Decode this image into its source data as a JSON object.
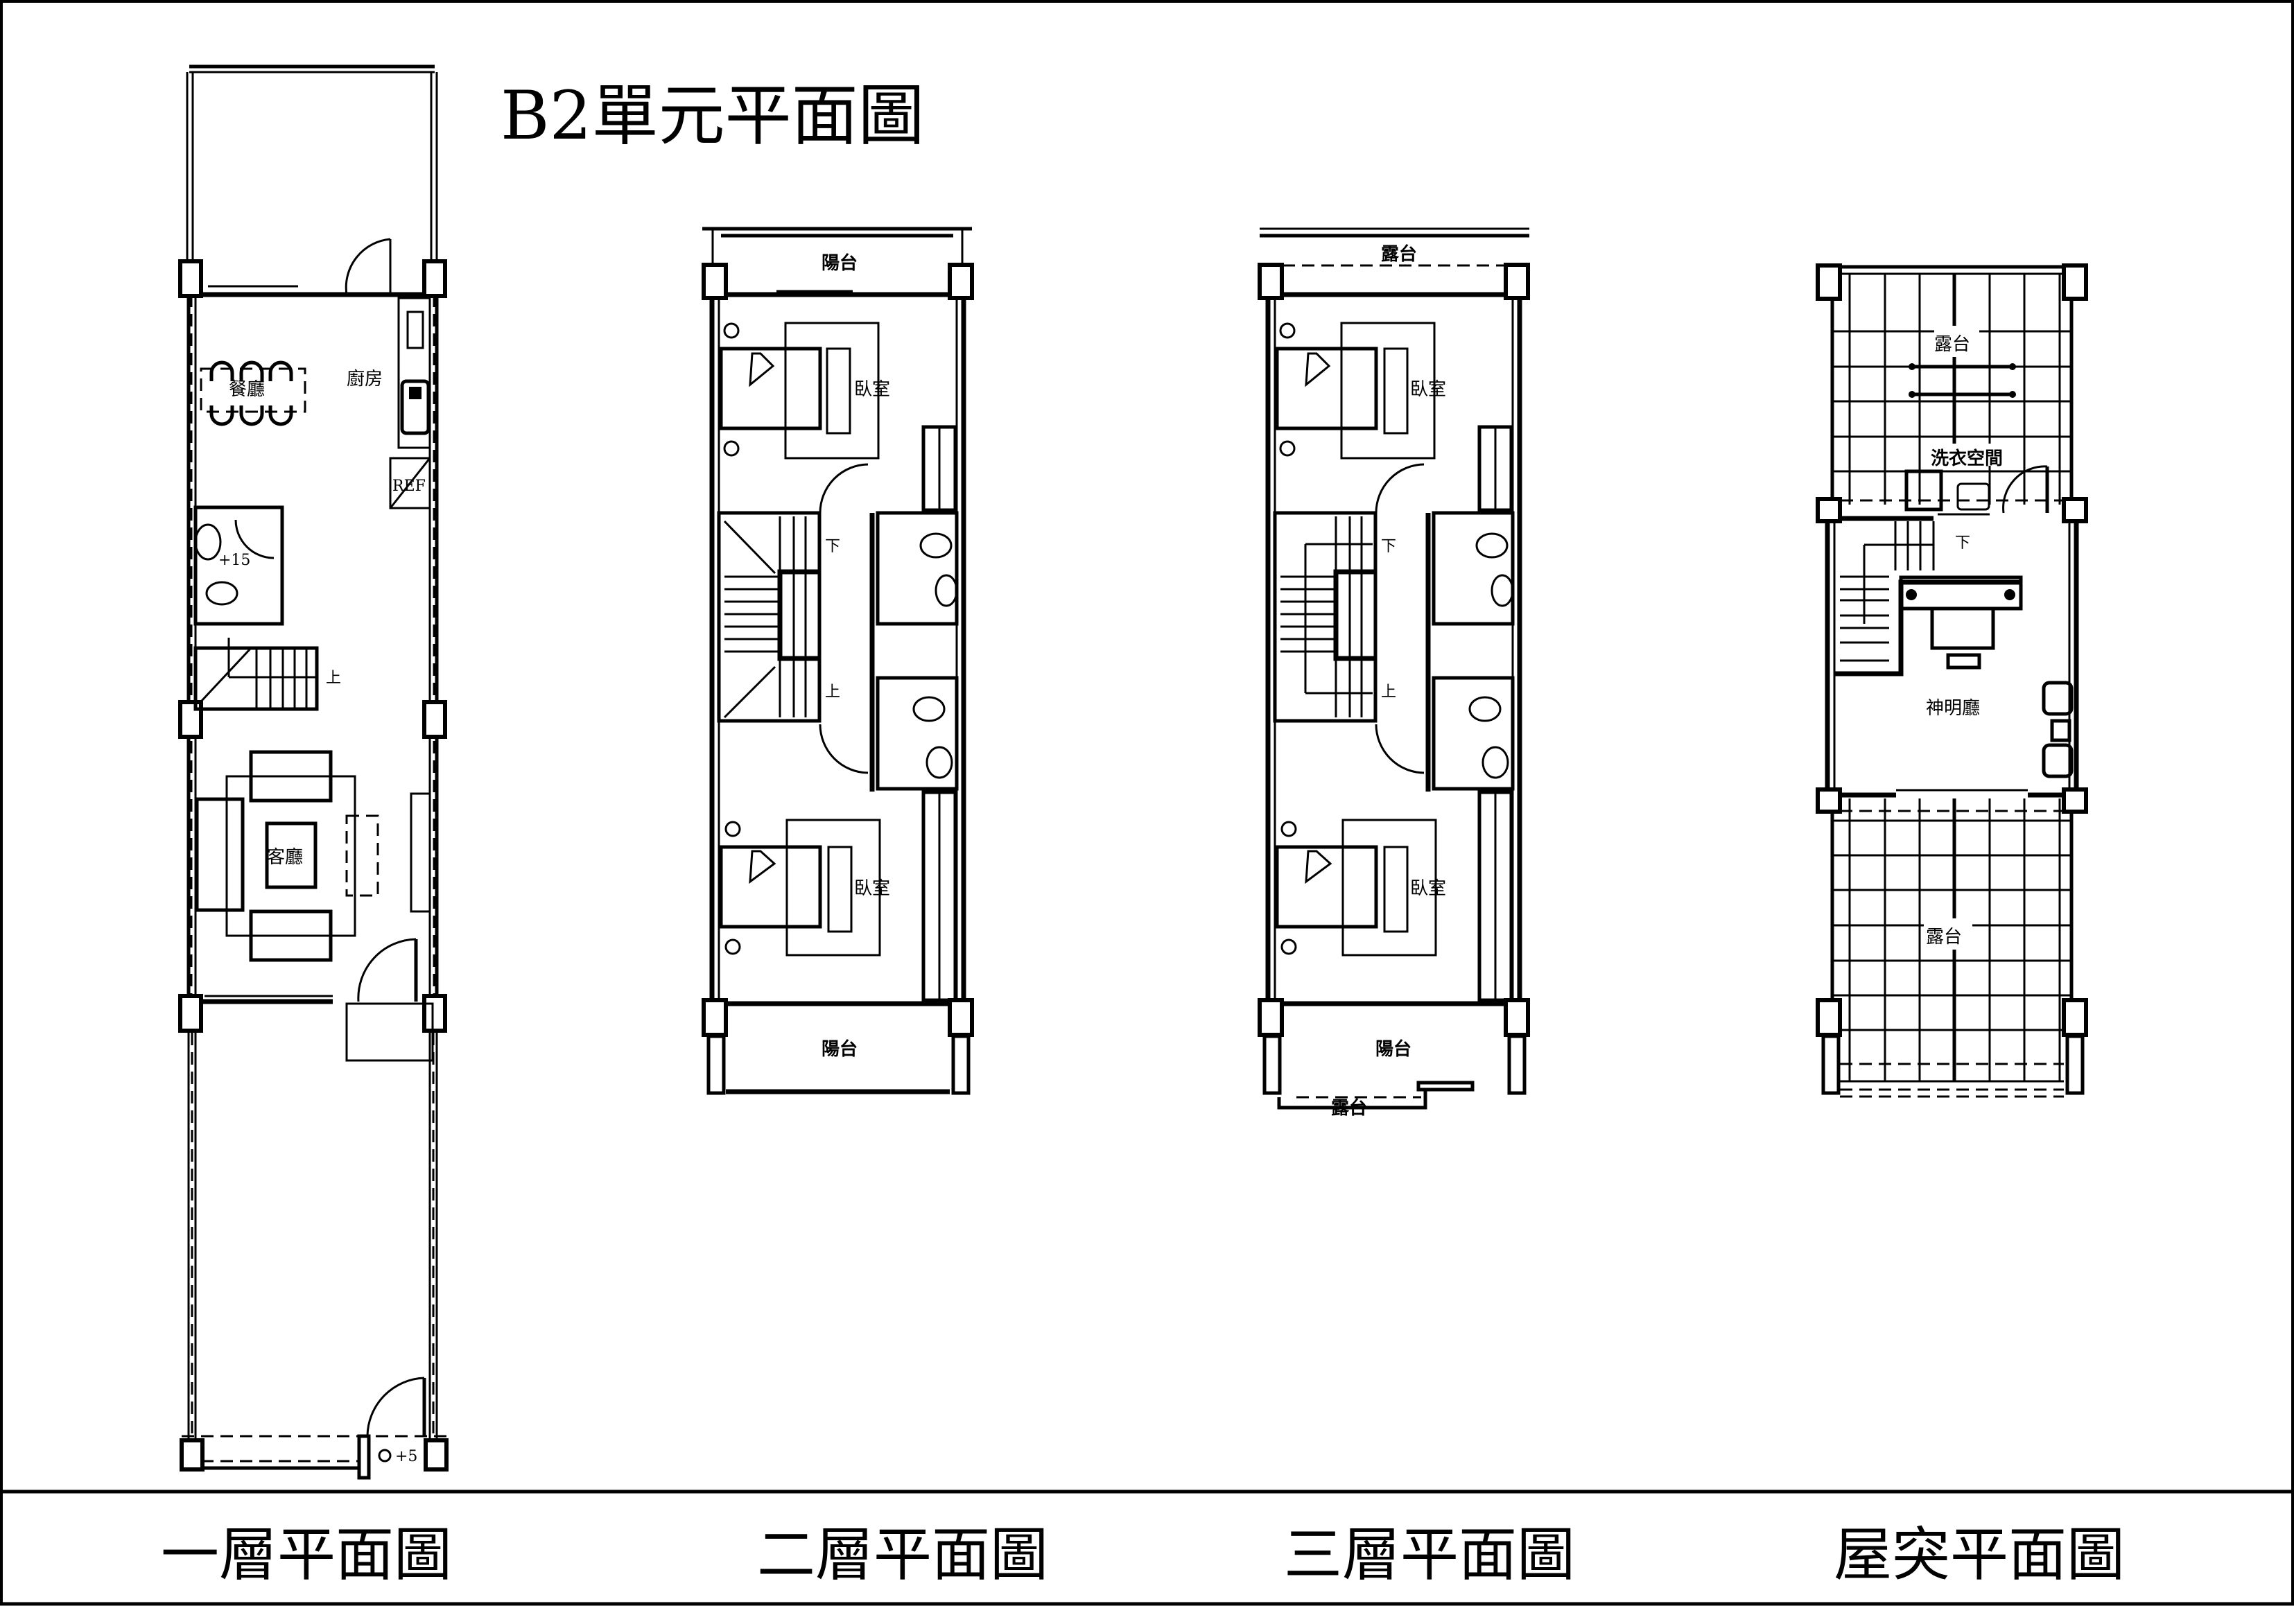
{
  "sheet": {
    "title": "B2單元平面圖",
    "border_color": "#000000",
    "background": "#ffffff"
  },
  "floors": [
    {
      "id": "floor-1",
      "caption": "一層平面圖",
      "rooms": {
        "dining": "餐廳",
        "kitchen": "廚房",
        "fridge": "REF",
        "living": "客廳"
      },
      "annotations": {
        "bath_level": "+15",
        "stair_up": "上",
        "entry_level": "+5"
      }
    },
    {
      "id": "floor-2",
      "caption": "二層平面圖",
      "rooms": {
        "balcony_front": "陽台",
        "bedroom_front": "臥室",
        "bedroom_rear": "臥室",
        "balcony_rear": "陽台"
      },
      "annotations": {
        "stair_down": "下",
        "stair_up": "上"
      }
    },
    {
      "id": "floor-3",
      "caption": "三層平面圖",
      "rooms": {
        "terrace_front": "露台",
        "bedroom_front": "臥室",
        "bedroom_rear": "臥室",
        "balcony_rear": "陽台",
        "terrace_rear": "露台"
      },
      "annotations": {
        "stair_down": "下",
        "stair_up": "上"
      }
    },
    {
      "id": "roof",
      "caption": "屋突平面圖",
      "rooms": {
        "terrace_front": "露台",
        "laundry": "洗衣空間",
        "shrine_hall": "神明廳",
        "terrace_rear": "露台"
      },
      "annotations": {
        "stair_down": "下"
      }
    }
  ]
}
